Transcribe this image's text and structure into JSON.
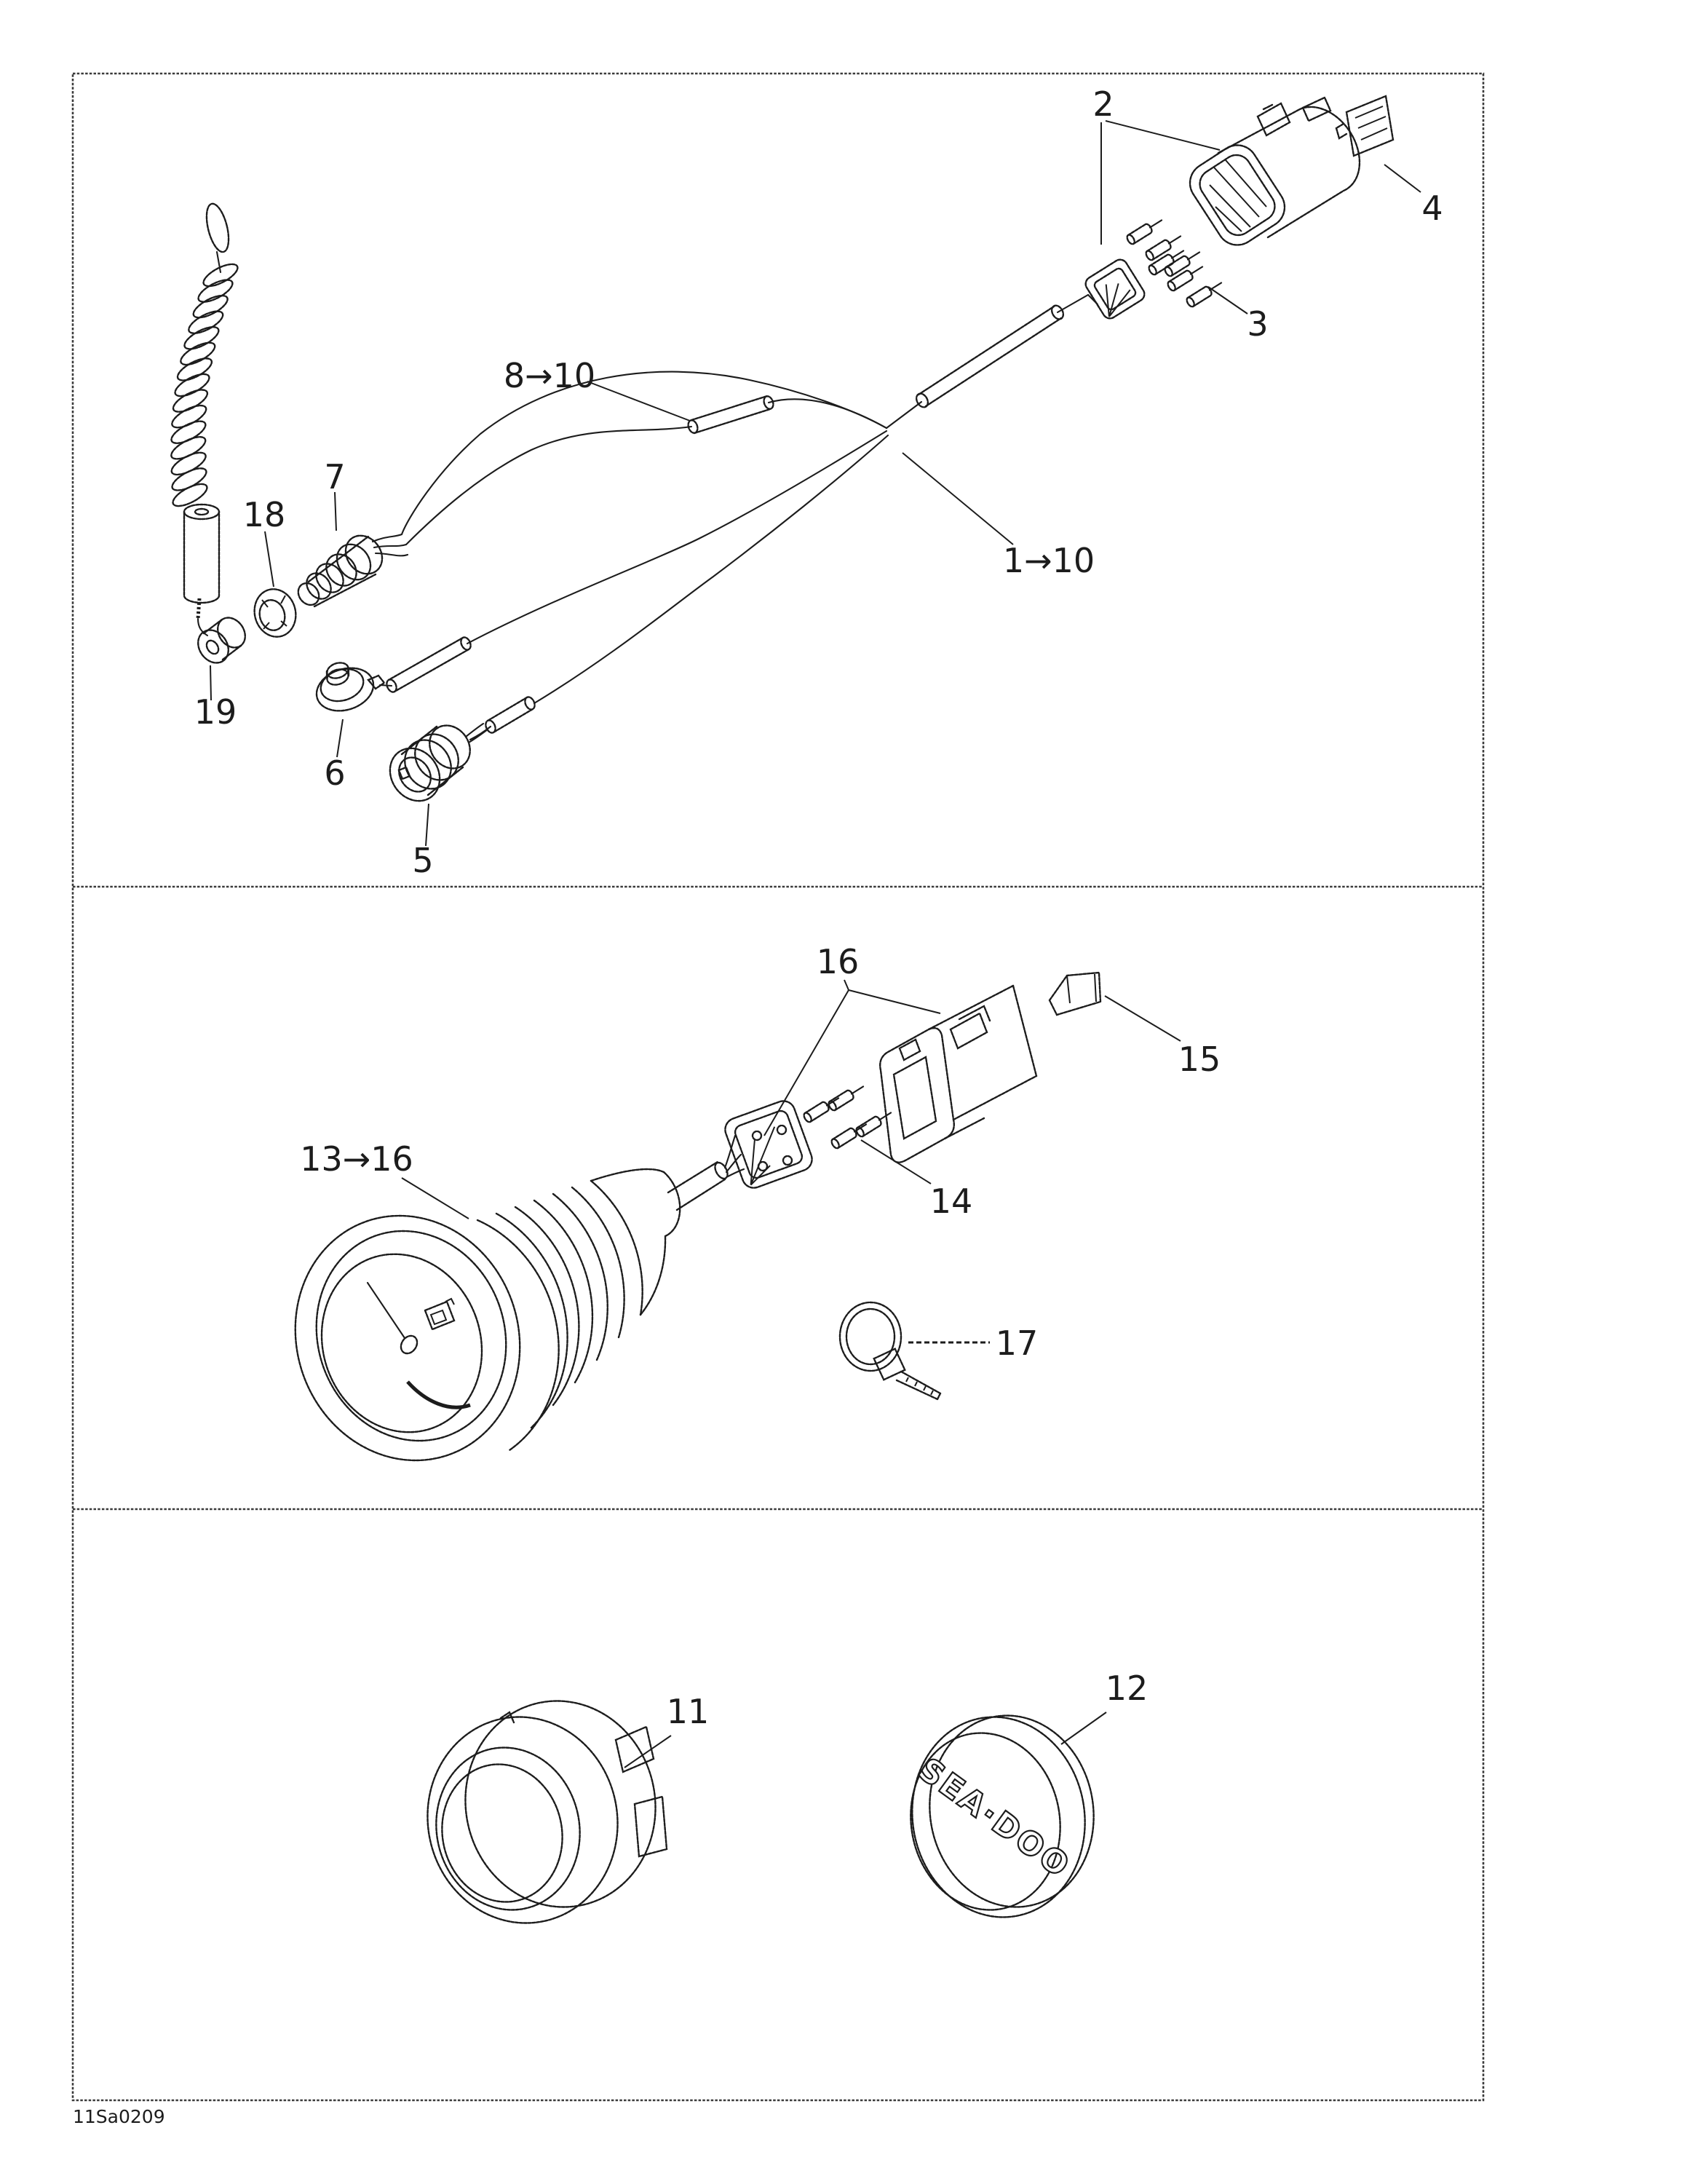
{
  "document": {
    "code": "11Sa0209",
    "ink": "#1c1c1c",
    "paper": "#ffffff",
    "frame_color": "#3a3a3a"
  },
  "branding": {
    "cap_logo": "SEA·DOO"
  },
  "callouts": {
    "c1_10": "1→10",
    "c2": "2",
    "c3": "3",
    "c4": "4",
    "c5": "5",
    "c6": "6",
    "c7": "7",
    "c8_10": "8→10",
    "c11": "11",
    "c12": "12",
    "c13_16": "13→16",
    "c14": "14",
    "c15": "15",
    "c16": "16",
    "c17": "17",
    "c18": "18",
    "c19": "19"
  }
}
